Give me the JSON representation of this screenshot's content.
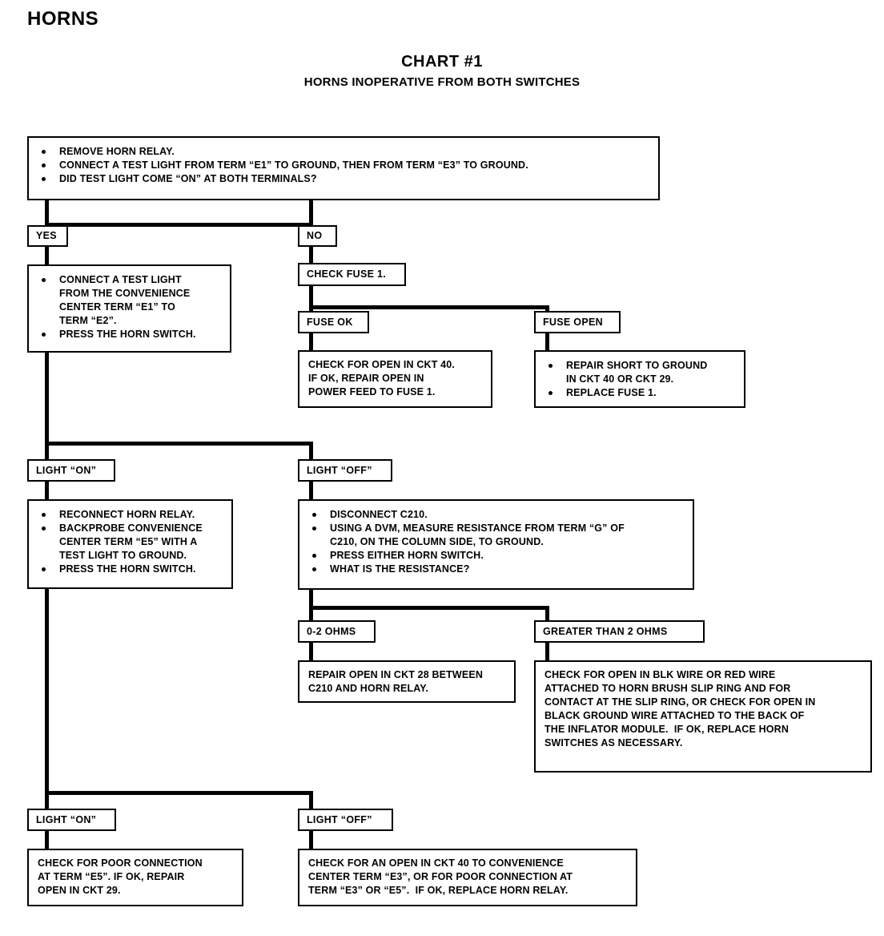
{
  "header": {
    "section_title": "HORNS",
    "chart_title": "CHART #1",
    "chart_subtitle": "HORNS INOPERATIVE FROM BOTH SWITCHES"
  },
  "chart_data": {
    "type": "diagram",
    "diagram_kind": "troubleshooting-flowchart",
    "title": "CHART #1",
    "subtitle": "HORNS INOPERATIVE FROM BOTH SWITCHES"
  },
  "nodes": {
    "start": {
      "items": [
        "REMOVE HORN RELAY.",
        "CONNECT A TEST LIGHT FROM TERM “E1” TO GROUND, THEN FROM TERM “E3” TO GROUND.",
        "DID TEST LIGHT COME “ON” AT BOTH TERMINALS?"
      ]
    },
    "yes_label": {
      "text": "YES"
    },
    "no_label": {
      "text": "NO"
    },
    "yes_action": {
      "items": [
        "CONNECT A TEST LIGHT\nFROM THE CONVENIENCE\nCENTER TERM “E1” TO\nTERM “E2”.",
        "PRESS THE HORN SWITCH."
      ]
    },
    "check_fuse": {
      "text": "CHECK FUSE 1."
    },
    "fuse_ok_label": {
      "text": "FUSE OK"
    },
    "fuse_open_label": {
      "text": "FUSE OPEN"
    },
    "fuse_ok_action": {
      "lines": [
        "CHECK FOR OPEN IN CKT 40.",
        "IF OK, REPAIR OPEN IN",
        "POWER FEED TO FUSE 1."
      ]
    },
    "fuse_open_action": {
      "items": [
        "REPAIR SHORT TO GROUND\nIN CKT 40 OR CKT 29.",
        "REPLACE FUSE 1."
      ]
    },
    "light_on_1_label": {
      "text": "LIGHT “ON”"
    },
    "light_off_1_label": {
      "text": "LIGHT “OFF”"
    },
    "light_on_1_action": {
      "items": [
        "RECONNECT HORN RELAY.",
        "BACKPROBE CONVENIENCE\nCENTER TERM “E5” WITH A\nTEST LIGHT TO GROUND.",
        "PRESS THE HORN SWITCH."
      ]
    },
    "light_off_1_action": {
      "items": [
        "DISCONNECT C210.",
        "USING A DVM, MEASURE RESISTANCE FROM TERM “G” OF\nC210, ON THE COLUMN SIDE, TO GROUND.",
        "PRESS EITHER HORN SWITCH.",
        "WHAT IS THE RESISTANCE?"
      ]
    },
    "ohms_low_label": {
      "text": "0-2 OHMS"
    },
    "ohms_high_label": {
      "text": "GREATER THAN 2 OHMS"
    },
    "ohms_low_action": {
      "lines": [
        "REPAIR OPEN IN CKT 28 BETWEEN",
        "C210 AND HORN RELAY."
      ]
    },
    "ohms_high_action": {
      "lines": [
        "CHECK FOR OPEN IN BLK WIRE OR RED WIRE",
        "ATTACHED TO HORN BRUSH SLIP RING AND FOR",
        "CONTACT AT THE SLIP RING, OR CHECK FOR OPEN IN",
        "BLACK GROUND WIRE ATTACHED TO THE BACK OF",
        "THE INFLATOR MODULE.  IF OK, REPLACE HORN",
        "SWITCHES AS NECESSARY."
      ]
    },
    "light_on_2_label": {
      "text": "LIGHT “ON”"
    },
    "light_off_2_label": {
      "text": "LIGHT “OFF”"
    },
    "light_on_2_action": {
      "lines": [
        "CHECK FOR POOR CONNECTION",
        "AT TERM “E5”. IF OK, REPAIR",
        "OPEN IN CKT 29."
      ]
    },
    "light_off_2_action": {
      "lines": [
        "CHECK FOR AN OPEN IN CKT 40 TO CONVENIENCE",
        "CENTER TERM “E3”, OR FOR POOR CONNECTION AT",
        "TERM “E3” OR “E5”.  IF OK, REPLACE HORN RELAY."
      ]
    }
  },
  "colors": {
    "ink": "#000000",
    "paper": "#ffffff"
  }
}
